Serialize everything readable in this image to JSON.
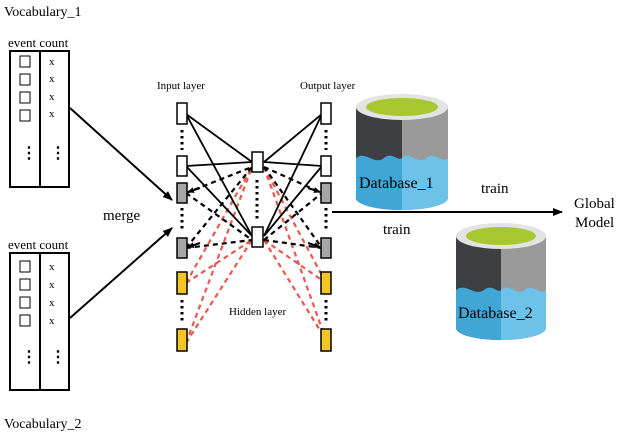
{
  "vocab1": {
    "title": "Vocabulary_1",
    "header": "event count",
    "marks": [
      "x",
      "x",
      "x",
      "x"
    ],
    "ellipsis": "⋮"
  },
  "vocab2": {
    "title": "Vocabulary_2",
    "header": "event count",
    "marks": [
      "x",
      "x",
      "x",
      "x"
    ],
    "ellipsis": "⋮"
  },
  "network": {
    "merge_label": "merge",
    "input_layer_label": "Input layer",
    "output_layer_label": "Output layer",
    "hidden_layer_label": "Hidden layer",
    "node_colors": {
      "white": "#ffffff",
      "gray": "#a6a6a6",
      "yellow": "#f5c528",
      "dashed_black": "#000000",
      "dashed_red": "#e8584f"
    }
  },
  "databases": {
    "db1_label": "Database_1",
    "db2_label": "Database_2",
    "colors": {
      "top_rim": "#e3e3e3",
      "top_fill": "#a8c832",
      "left_dark": "#3d3f43",
      "right_gray": "#9a9a9a",
      "bottom_blue": "#3fa6d6",
      "bottom_blue_light": "#6cc2e8"
    }
  },
  "flow": {
    "train_label_1": "train",
    "train_label_2": "train",
    "global_model_line1": "Global",
    "global_model_line2": "Model"
  }
}
